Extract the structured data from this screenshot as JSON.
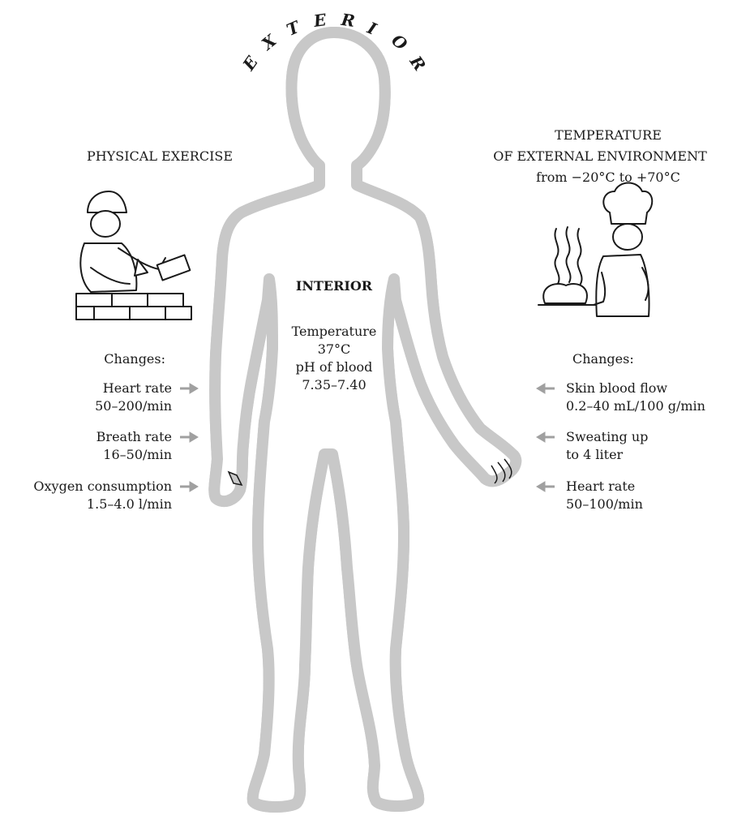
{
  "exterior_letters": [
    "E",
    "X",
    "T",
    "E",
    "R",
    "I",
    "O",
    "R"
  ],
  "left_section": {
    "title": "PHYSICAL EXERCISE",
    "changes_label": "Changes:",
    "items": [
      {
        "name": "Heart rate",
        "value": "50–200/min"
      },
      {
        "name": "Breath rate",
        "value": "16–50/min"
      },
      {
        "name": "Oxygen consumption",
        "value": "1.5–4.0 l/min"
      }
    ]
  },
  "right_section": {
    "title_line1": "TEMPERATURE",
    "title_line2": "OF EXTERNAL ENVIRONMENT",
    "title_line3": "from −20°C to +70°C",
    "changes_label": "Changes:",
    "items": [
      {
        "name": "Skin blood flow",
        "value": "0.2–40 mL/100 g/min"
      },
      {
        "name": "Sweating up",
        "value": "to 4 liter"
      },
      {
        "name": "Heart rate",
        "value": "50–100/min"
      }
    ]
  },
  "interior": {
    "title": "INTERIOR",
    "line1": "Temperature",
    "line2": "37°C",
    "line3": "pH of blood",
    "line4": "7.35–7.40"
  },
  "colors": {
    "outline": "#1a1a1a",
    "halo": "#c8c8c8",
    "arrow": "#a0a0a0"
  }
}
